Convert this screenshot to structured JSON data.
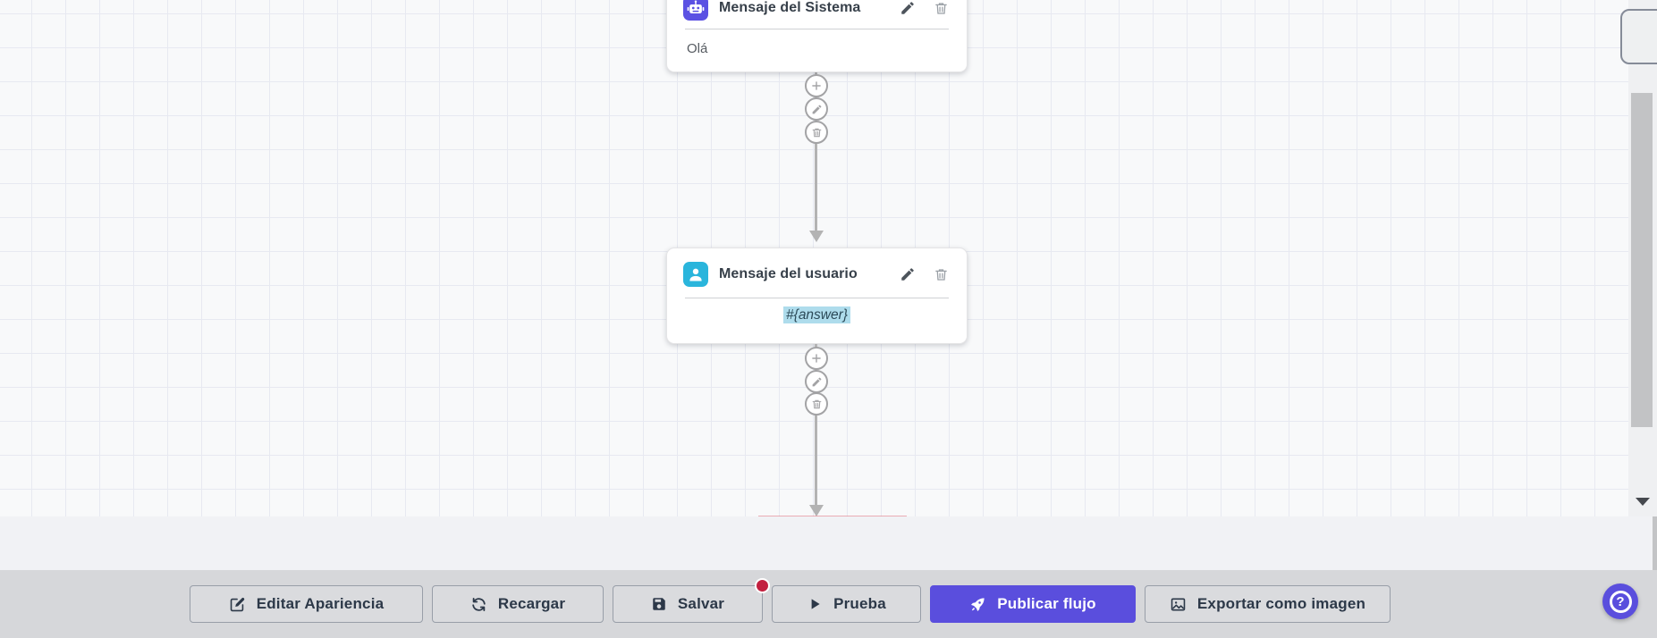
{
  "canvas": {
    "nodes": [
      {
        "title": "Mensaje del Sistema",
        "body": "Olá",
        "icon": "robot-icon"
      },
      {
        "title": "Mensaje del usuario",
        "body": "#{answer}",
        "icon": "user-icon"
      }
    ],
    "connector_actions": [
      {
        "name": "add"
      },
      {
        "name": "edit"
      },
      {
        "name": "delete"
      }
    ]
  },
  "toolbar": {
    "buttons": [
      {
        "label": "Editar Apariencia",
        "icon": "edit-icon"
      },
      {
        "label": "Recargar",
        "icon": "refresh-icon"
      },
      {
        "label": "Salvar",
        "icon": "save-icon",
        "badge": true
      },
      {
        "label": "Prueba",
        "icon": "play-icon"
      },
      {
        "label": "Publicar flujo",
        "icon": "rocket-icon",
        "primary": true
      },
      {
        "label": "Exportar como imagen",
        "icon": "image-icon"
      }
    ]
  },
  "help_button": {
    "label": "?"
  },
  "colors": {
    "accent_purple": "#5a4edd",
    "node_system_icon": "#5b51e3",
    "node_user_icon": "#2ab5dc",
    "highlight_blue": "#aedcec",
    "badge_red": "#c2203f",
    "toolbar_bg": "#d6d7da",
    "button_bg": "#dadbde",
    "button_border": "#989ea8",
    "button_text": "#2c3848",
    "canvas_bg": "#f8f9fa",
    "grid_line": "#e7e9f1",
    "connector": "#b3b3b3",
    "card_title": "#37404a"
  }
}
